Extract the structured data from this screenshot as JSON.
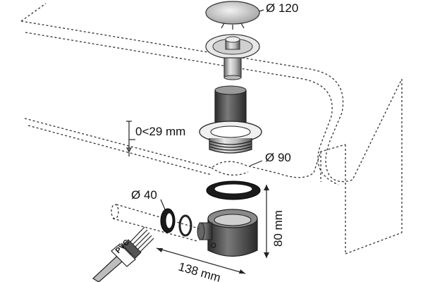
{
  "labels": {
    "cap_diameter": "Ø 120",
    "height_range": "0<29 mm",
    "hole_diameter": "Ø 90",
    "pipe_diameter": "Ø 40",
    "trap_height": "80 mm",
    "trap_length": "138 mm",
    "brush_text": "PVC"
  },
  "colors": {
    "line": "#222222",
    "metal_light": "#d0d0d0",
    "metal_dark": "#555555",
    "gasket": "#1a1a1a"
  }
}
